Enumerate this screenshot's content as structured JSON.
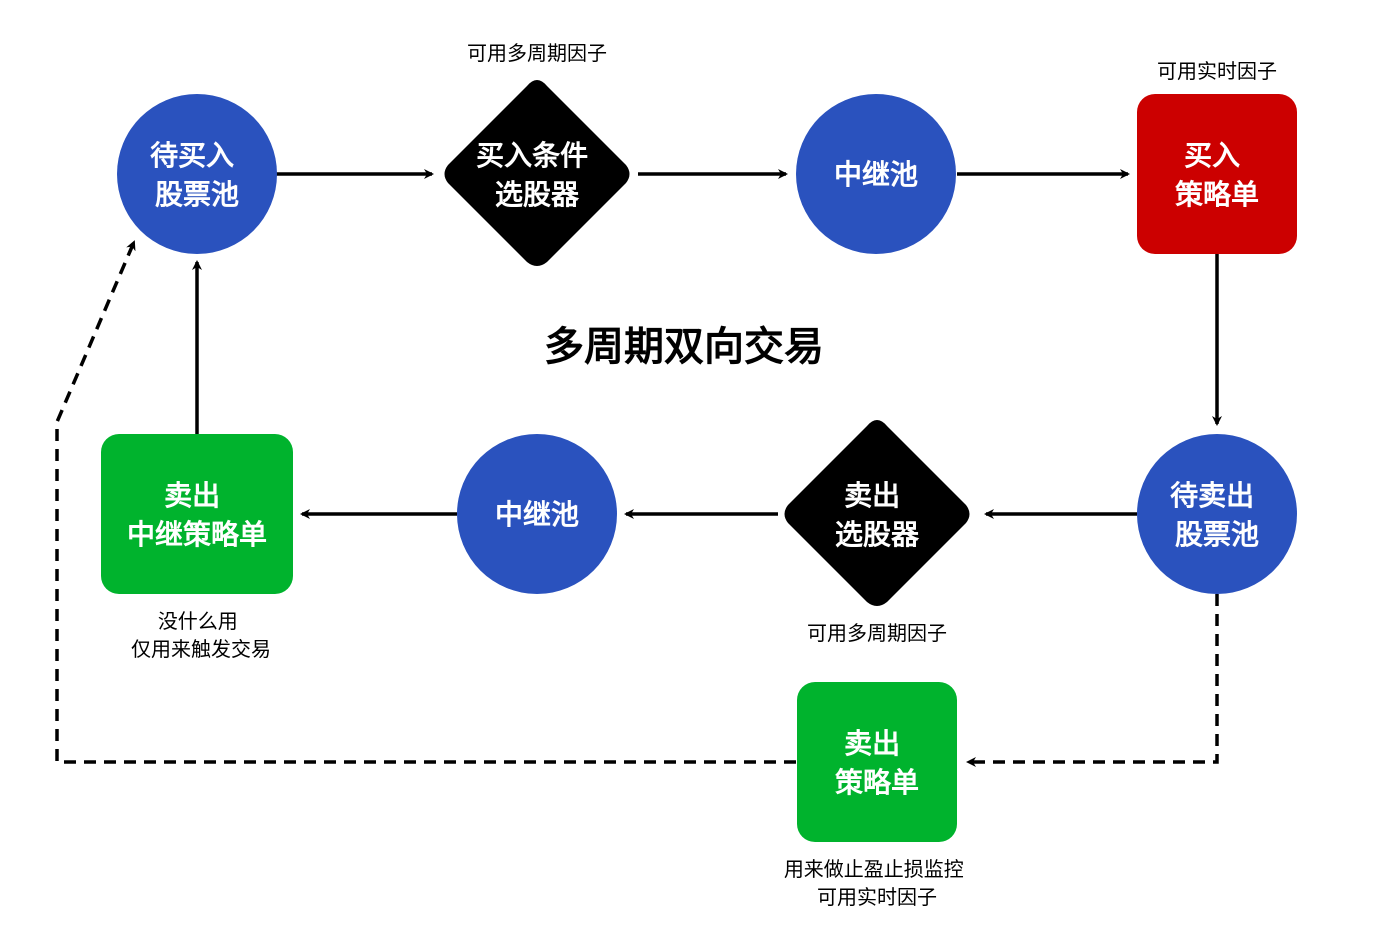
{
  "title": "多周期双向交易",
  "colors": {
    "blue": "#2a52be",
    "black": "#000000",
    "red": "#cc0000",
    "green": "#00b32d",
    "line": "#000000"
  },
  "nodes": {
    "buy_pool": {
      "line1": "待买入",
      "line2": "股票池"
    },
    "buy_selector": {
      "line1": "买入条件",
      "line2": "选股器"
    },
    "relay_top": {
      "line1": "中继池"
    },
    "buy_order": {
      "line1": "买入",
      "line2": "策略单"
    },
    "sell_pool": {
      "line1": "待卖出",
      "line2": "股票池"
    },
    "sell_selector": {
      "line1": "卖出",
      "line2": "选股器"
    },
    "relay_bottom": {
      "line1": "中继池"
    },
    "sell_relay_order": {
      "line1": "卖出",
      "line2": "中继策略单"
    },
    "sell_order": {
      "line1": "卖出",
      "line2": "策略单"
    }
  },
  "notes": {
    "buy_selector_note": "可用多周期因子",
    "buy_order_note": "可用实时因子",
    "sell_selector_note": "可用多周期因子",
    "sell_relay_note_1": "没什么用",
    "sell_relay_note_2": "仅用来触发交易",
    "sell_order_note_1": "用来做止盈止损监控",
    "sell_order_note_2": "可用实时因子"
  }
}
